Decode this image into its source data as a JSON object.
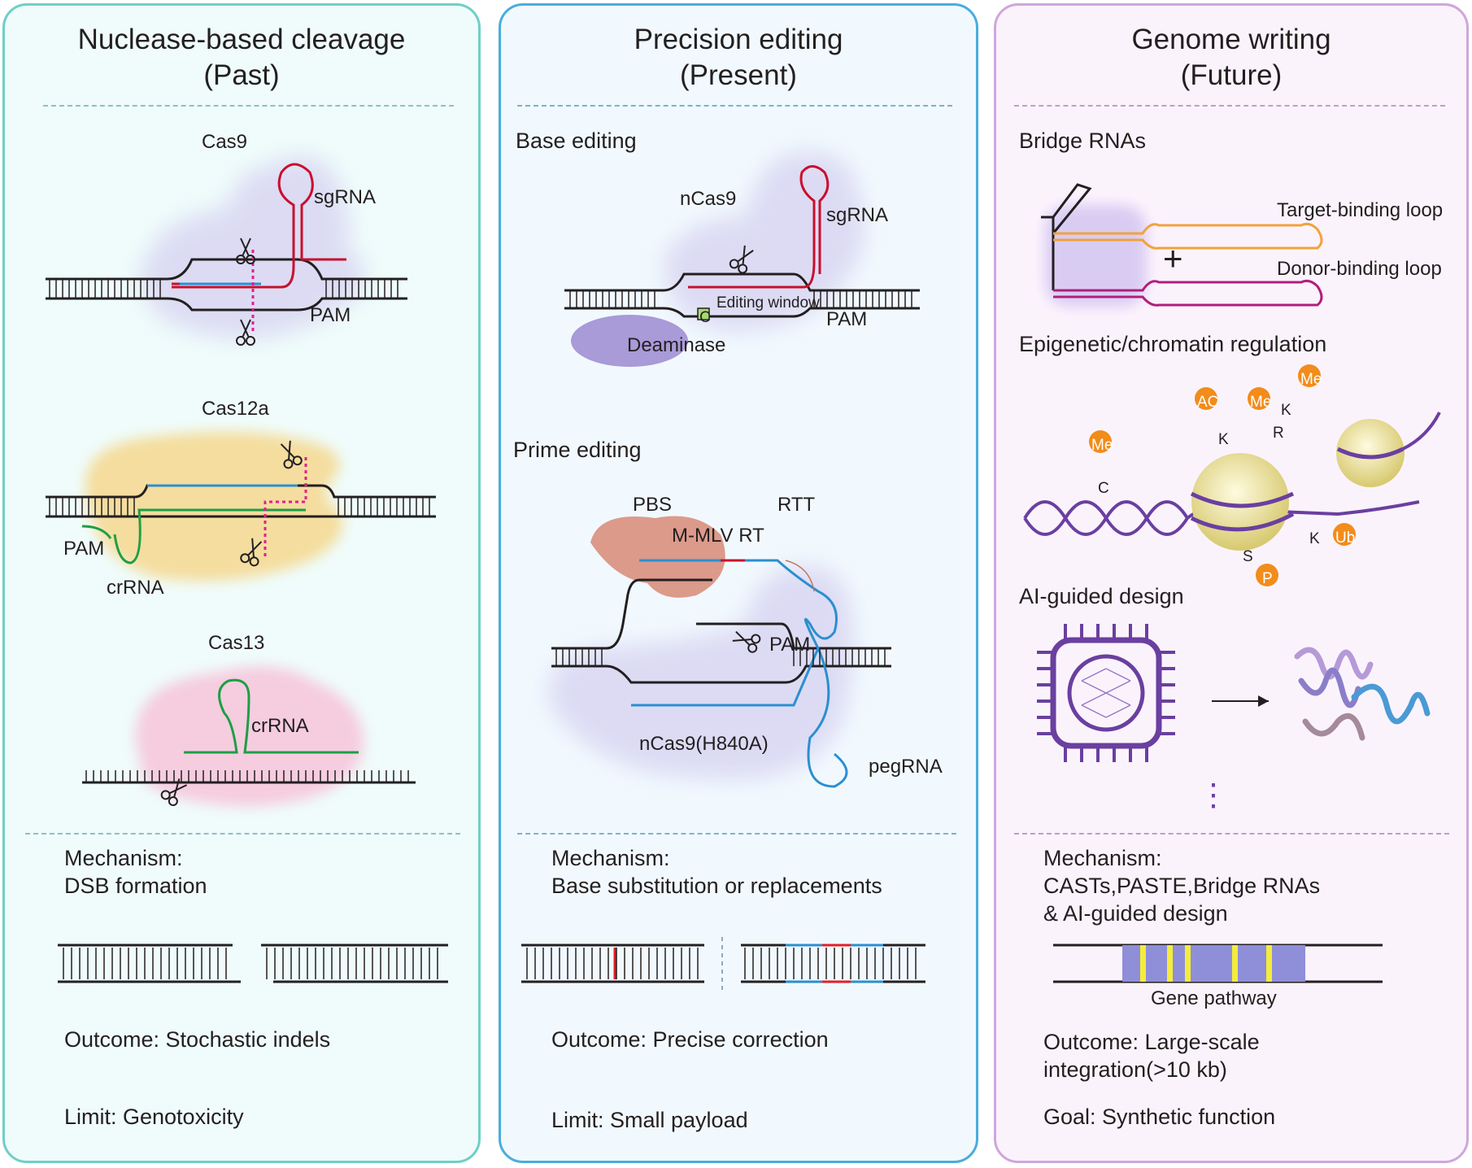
{
  "panels": [
    {
      "title_line1": "Nuclease-based cleavage",
      "title_line2": "(Past)",
      "labels": {
        "cas9": "Cas9",
        "sgrna": "sgRNA",
        "pam": "PAM",
        "cas12a": "Cas12a",
        "pam2": "PAM",
        "crrna": "crRNA",
        "cas13": "Cas13",
        "crrna2": "crRNA"
      },
      "mechanism_label": "Mechanism:",
      "mechanism_value": "DSB formation",
      "outcome": "Outcome: Stochastic indels",
      "limit": "Limit: Genotoxicity"
    },
    {
      "title_line1": "Precision editing",
      "title_line2": "(Present)",
      "labels": {
        "base_editing": "Base editing",
        "ncas9": "nCas9",
        "sgrna": "sgRNA",
        "editing_window": "Editing window",
        "pam": "PAM",
        "c_base": "C",
        "deaminase": "Deaminase",
        "prime_editing": "Prime editing",
        "pbs": "PBS",
        "rtt": "RTT",
        "mmlv": "M-MLV RT",
        "pam2": "PAM",
        "ncas9_h840a": "nCas9(H840A)",
        "pegrna": "pegRNA"
      },
      "mechanism_label": "Mechanism:",
      "mechanism_value": "Base substitution or replacements",
      "outcome": "Outcome: Precise correction",
      "limit": "Limit: Small payload"
    },
    {
      "title_line1": "Genome writing",
      "title_line2": "(Future)",
      "labels": {
        "bridge_rnas": "Bridge RNAs",
        "plus": "+",
        "target_loop": "Target-binding loop",
        "donor_loop": "Donor-binding loop",
        "epigenetic": "Epigenetic/chromatin regulation",
        "me1": "Me",
        "me2": "Me",
        "me3": "Me",
        "ac": "AC",
        "ub": "Ub",
        "p": "P",
        "k1": "K",
        "k2": "K",
        "k3": "K",
        "r": "R",
        "c": "C",
        "s": "S",
        "ai_design": "AI-guided design",
        "ellipsis": "⋮"
      },
      "mechanism_label": "Mechanism:",
      "mechanism_value_1": "CASTs,PASTE,Bridge RNAs",
      "mechanism_value_2": "& AI-guided design",
      "gene_pathway": "Gene pathway",
      "outcome_1": "Outcome: Large-scale",
      "outcome_2": "integration(>10 kb)",
      "goal": "Goal: Synthetic function"
    }
  ],
  "colors": {
    "panel1_border": "#6fcfc6",
    "panel2_border": "#49addc",
    "panel3_border": "#cfa6dd",
    "sgrna": "#c8102e",
    "dna_blue": "#2b8fd0",
    "crrna_green": "#1e9e45",
    "cas12a_body": "#f6d88e",
    "cas13_body": "#f6c8dc",
    "deaminase": "#a99ad8",
    "mmlv": "#dc9a8a",
    "target_loop": "#f2a23b",
    "donor_loop": "#b01e7e",
    "histone_mark": "#f28c1a",
    "chromatin_purple": "#6a3fa0",
    "gene_block": "#8e8fd8",
    "gene_marker": "#f4ec3c"
  },
  "icons": [
    "scissors-icon",
    "chip-icon",
    "protein-structure-icon",
    "arrow-right-icon"
  ]
}
